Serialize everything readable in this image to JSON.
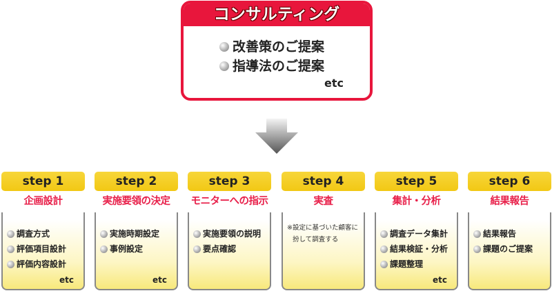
{
  "consulting": {
    "title": "コンサルティング",
    "items": [
      "改善策のご提案",
      "指導法のご提案"
    ],
    "etc": "etc"
  },
  "steps": [
    {
      "label": "step 1",
      "title": "企画設計",
      "items": [
        "調査方式",
        "評価項目設計",
        "評価内容設計"
      ],
      "etc": "etc"
    },
    {
      "label": "step 2",
      "title": "実施要領の決定",
      "items": [
        "実施時期設定",
        "事例設定"
      ],
      "etc": "etc"
    },
    {
      "label": "step 3",
      "title": "モニターへの指示",
      "items": [
        "実施要領の説明",
        "要点確認"
      ]
    },
    {
      "label": "step 4",
      "title": "実査",
      "note": [
        "※設定に基づいた顧客に",
        "扮して調査する"
      ]
    },
    {
      "label": "step 5",
      "title": "集計・分析",
      "items": [
        "調査データ集計",
        "結果検証・分析",
        "課題整理"
      ],
      "etc": "etc"
    },
    {
      "label": "step 6",
      "title": "結果報告",
      "items": [
        "結果報告",
        "課題のご提案"
      ]
    }
  ],
  "colors": {
    "accent": "#e8163c",
    "step_header": "#f2c814"
  }
}
